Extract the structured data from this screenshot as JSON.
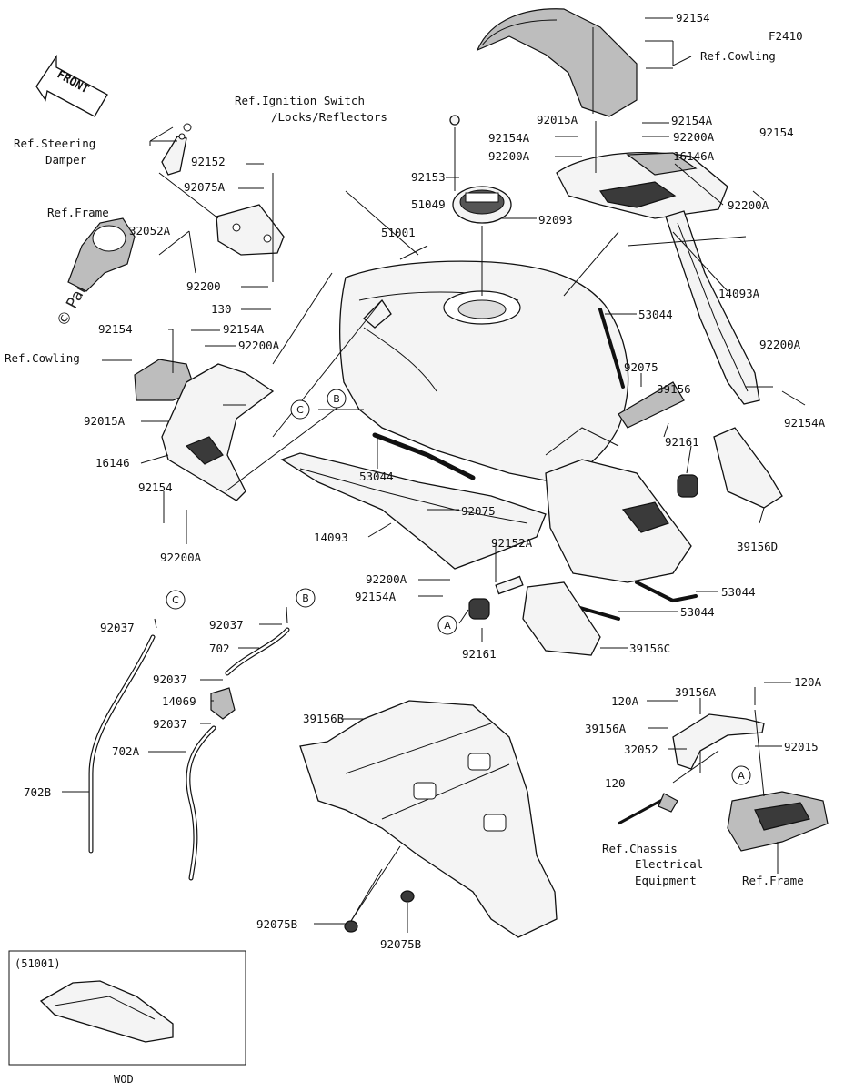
{
  "diagram": {
    "code": "F2410",
    "watermark": "© Partzilla.com",
    "front_label": "FRONT",
    "variant_box": {
      "part": "(51001)",
      "caption": "WOD"
    },
    "refs": {
      "steering_damper": "Ref.Steering",
      "steering_damper_2": "Damper",
      "frame_left": "Ref.Frame",
      "cowling_left": "Ref.Cowling",
      "cowling_top": "Ref.Cowling",
      "ignition_1": "Ref.Ignition Switch",
      "ignition_2": "/Locks/Reflectors",
      "chassis_1": "Ref.Chassis",
      "chassis_2": "Electrical",
      "chassis_3": "Equipment",
      "frame_right": "Ref.Frame"
    },
    "callouts": {
      "a": "A",
      "b": "B",
      "c": "C"
    },
    "labels": [
      "92154",
      "92015A",
      "92154A",
      "92200A",
      "92154A",
      "92200A",
      "16146A",
      "92154",
      "92200A",
      "92152",
      "92075A",
      "32052A",
      "92200",
      "130",
      "92154",
      "92154A",
      "92200A",
      "92015A",
      "16146",
      "92154",
      "92200A",
      "92153",
      "51049",
      "92093",
      "51001",
      "53044",
      "14093A",
      "92075",
      "39156",
      "92200A",
      "92154A",
      "53044",
      "92075",
      "92161",
      "14093",
      "39156D",
      "92152A",
      "92200A",
      "92154A",
      "53044",
      "53044",
      "92161",
      "39156C",
      "92037",
      "92037",
      "702",
      "92037",
      "14069",
      "92037",
      "702A",
      "702B",
      "39156B",
      "39156A",
      "120A",
      "120A",
      "39156A",
      "32052",
      "92015",
      "120",
      "92075B",
      "92075B"
    ]
  }
}
